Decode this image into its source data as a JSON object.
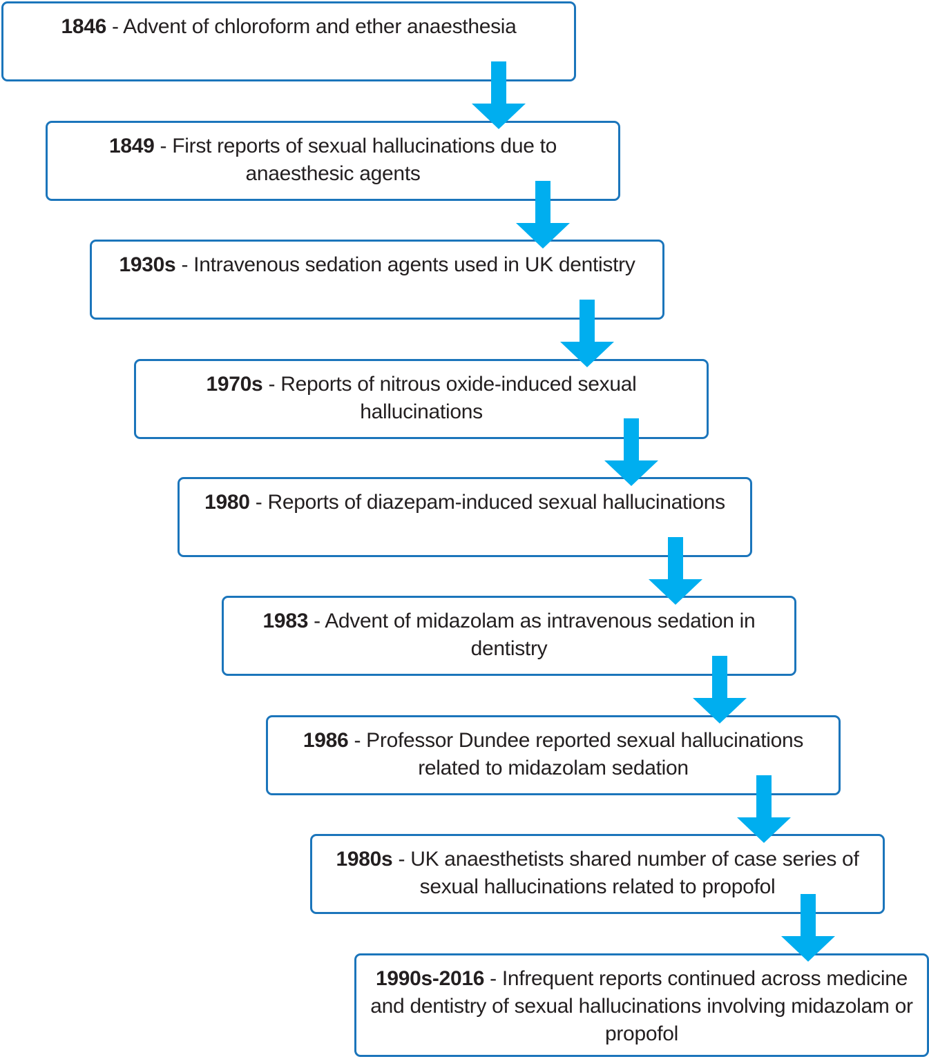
{
  "steps": [
    {
      "year": "1846",
      "text": " - Advent of chloroform and ether anaesthesia"
    },
    {
      "year": "1849",
      "text": " - First reports of sexual hallucinations due to anaesthesic agents"
    },
    {
      "year": "1930s",
      "text": " - Intravenous sedation agents used in UK dentistry"
    },
    {
      "year": "1970s",
      "text": " - Reports of nitrous oxide-induced sexual hallucinations"
    },
    {
      "year": "1980",
      "text": " - Reports of diazepam-induced sexual hallucinations"
    },
    {
      "year": "1983",
      "text": " - Advent of midazolam as intravenous sedation in dentistry"
    },
    {
      "year": "1986",
      "text": " - Professor Dundee reported sexual hallucinations related to midazolam sedation"
    },
    {
      "year": "1980s",
      "text": " - UK anaesthetists shared number of case series of sexual hallucinations related to propofol"
    },
    {
      "year": "1990s-2016",
      "text": " - Infrequent reports continued across medicine and dentistry of sexual hallucinations involving midazolam or propofol"
    }
  ],
  "colors": {
    "box_border": "#1b75bb",
    "arrow": "#00aeef",
    "text": "#231f20"
  },
  "arrow_icon": "down-arrow-icon"
}
